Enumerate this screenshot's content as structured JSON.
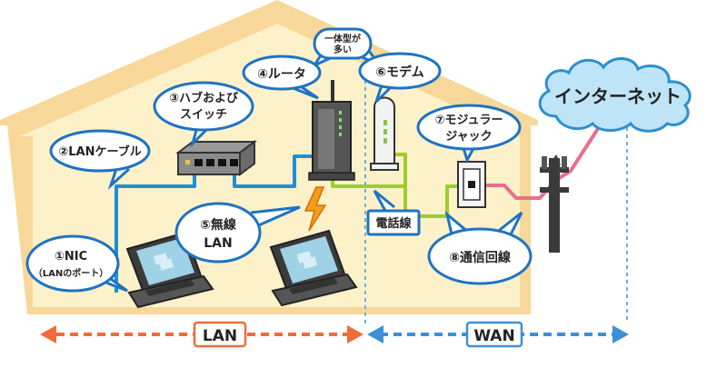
{
  "labels": {
    "nic": "①NIC",
    "nic_sub": "（LANのポート）",
    "lan_cable": "②LANケーブル",
    "hub_line1": "③ハブおよび",
    "hub_line2": "スイッチ",
    "router": "④ルータ",
    "integrated_line1": "一体型が",
    "integrated_line2": "多い",
    "wireless_line1": "⑤無線",
    "wireless_line2": "LAN",
    "modem": "⑥モデム",
    "jack_line1": "⑦モジュラー",
    "jack_line2": "ジャック",
    "comm_line": "⑧通信回線",
    "phone_line": "電話線",
    "internet": "インターネット",
    "lan": "LAN",
    "wan": "WAN"
  },
  "colors": {
    "house_fill": "#fdf1c9",
    "house_roof": "#f8d79a",
    "lan_cable": "#1f8fd6",
    "phone_cable": "#9ccd2e",
    "comm_cable": "#ea6e8e",
    "lan_arrow": "#ef6b3b",
    "wan_arrow": "#3e8fd6",
    "cloud_fill": "#bfe4f7",
    "cloud_stroke": "#2d8fd0",
    "bubble_stroke": "#1e73c2",
    "lightning": "#f29e1c"
  },
  "icons": [
    "laptop-icon",
    "hub-icon",
    "router-icon",
    "modem-icon",
    "modular-jack-icon",
    "utility-pole-icon",
    "lightning-icon",
    "cloud-icon"
  ]
}
